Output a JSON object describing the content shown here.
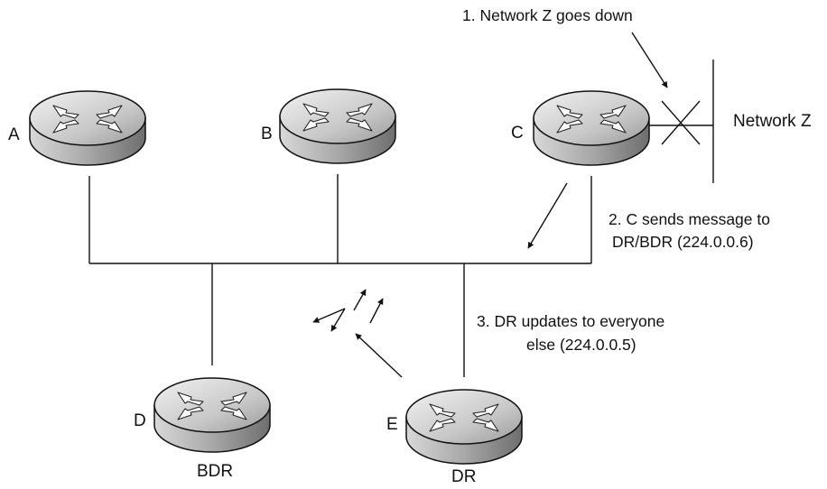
{
  "routers": [
    {
      "id": "A",
      "label": "A",
      "role": ""
    },
    {
      "id": "B",
      "label": "B",
      "role": ""
    },
    {
      "id": "C",
      "label": "C",
      "role": ""
    },
    {
      "id": "D",
      "label": "D",
      "role": "BDR"
    },
    {
      "id": "E",
      "label": "E",
      "role": "DR"
    }
  ],
  "network": {
    "label": "Network Z"
  },
  "steps": {
    "step1": "1. Network Z goes down",
    "step2_line1": "2. C sends message to",
    "step2_line2": "DR/BDR (224.0.0.6)",
    "step3_line1": "3. DR updates to everyone",
    "step3_line2": "else (224.0.0.5)"
  }
}
